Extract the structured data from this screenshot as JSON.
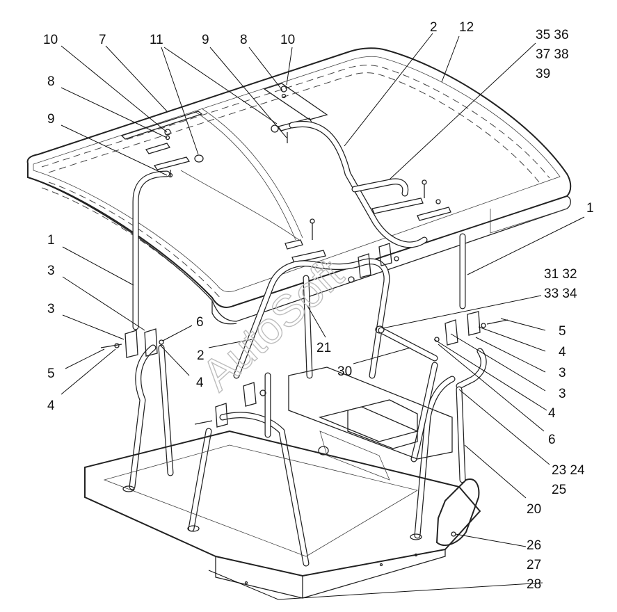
{
  "callouts": [
    {
      "id": "c10a",
      "text": "10"
    },
    {
      "id": "c7",
      "text": "7"
    },
    {
      "id": "c11",
      "text": "11"
    },
    {
      "id": "c9a",
      "text": "9"
    },
    {
      "id": "c8a",
      "text": "8"
    },
    {
      "id": "c10b",
      "text": "10"
    },
    {
      "id": "c2a",
      "text": "2"
    },
    {
      "id": "c12",
      "text": "12"
    },
    {
      "id": "c3536",
      "text": "35 36"
    },
    {
      "id": "c3738",
      "text": "37 38"
    },
    {
      "id": "c39",
      "text": "39"
    },
    {
      "id": "c8b",
      "text": "8"
    },
    {
      "id": "c9b",
      "text": "9"
    },
    {
      "id": "c1a",
      "text": "1"
    },
    {
      "id": "c1b",
      "text": "1"
    },
    {
      "id": "c3a",
      "text": "3"
    },
    {
      "id": "c3b",
      "text": "3"
    },
    {
      "id": "c6a",
      "text": "6"
    },
    {
      "id": "c5a",
      "text": "5"
    },
    {
      "id": "c4a",
      "text": "4"
    },
    {
      "id": "c4b",
      "text": "4"
    },
    {
      "id": "c2b",
      "text": "2"
    },
    {
      "id": "c21",
      "text": "21"
    },
    {
      "id": "c30",
      "text": "30"
    },
    {
      "id": "c3132",
      "text": "31 32"
    },
    {
      "id": "c3334",
      "text": "33 34"
    },
    {
      "id": "c5b",
      "text": "5"
    },
    {
      "id": "c4c",
      "text": "4"
    },
    {
      "id": "c3c",
      "text": "3"
    },
    {
      "id": "c3d",
      "text": "3"
    },
    {
      "id": "c4d",
      "text": "4"
    },
    {
      "id": "c6b",
      "text": "6"
    },
    {
      "id": "c2324",
      "text": "23 24"
    },
    {
      "id": "c25",
      "text": "25"
    },
    {
      "id": "c20",
      "text": "20"
    },
    {
      "id": "c26",
      "text": "26"
    },
    {
      "id": "c27",
      "text": "27"
    },
    {
      "id": "c28",
      "text": "28"
    }
  ],
  "watermark": "AutoSoft"
}
